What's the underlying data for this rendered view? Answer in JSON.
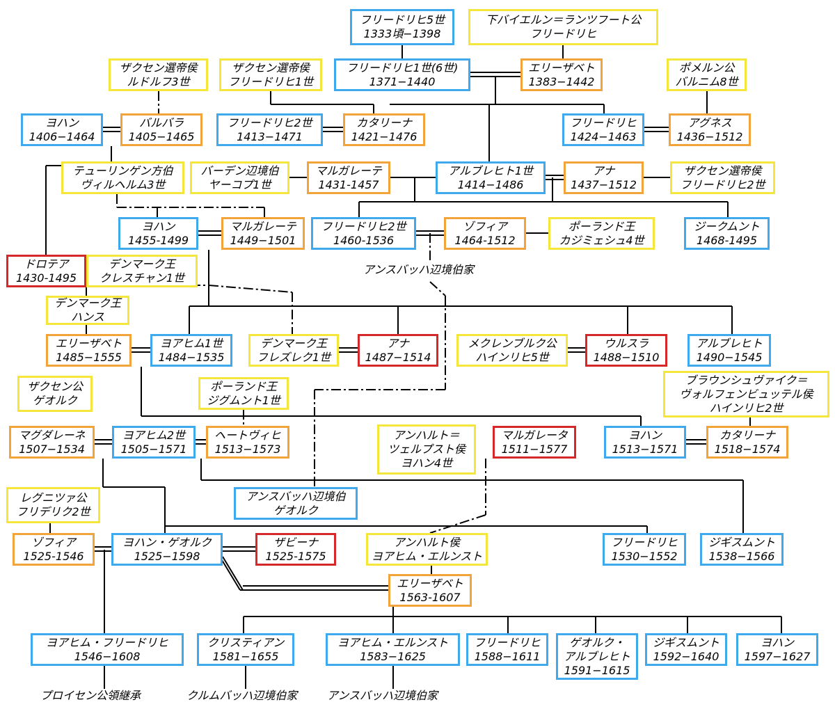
{
  "colors": {
    "male": "#3fa9ee",
    "spouse": "#f2a33a",
    "daughter": "#d62828",
    "external": "#f4e63a",
    "line": "#000000"
  },
  "persons": {
    "fr5": [
      "フリードリヒ5世",
      "1333頃−1398"
    ],
    "niederbayern": [
      "下バイエルン＝ランツフート公",
      "フリードリヒ"
    ],
    "fr1": [
      "フリードリヒ1世(6世)",
      "1371−1440"
    ],
    "elis1383": [
      "エリーザベト",
      "1383−1442"
    ],
    "sachsen_rudolf": [
      "ザクセン選帝侯",
      "ルドルフ3世"
    ],
    "sachsen_fr1": [
      "ザクセン選帝侯",
      "フリードリヒ1世"
    ],
    "pommern": [
      "ポメルン公",
      "バルニム8世"
    ],
    "johann1406": [
      "ヨハン",
      "1406−1464"
    ],
    "barbara": [
      "バルバラ",
      "1405−1465"
    ],
    "fr2": [
      "フリードリヒ2世",
      "1413−1471"
    ],
    "kath1421": [
      "カタリーナ",
      "1421−1476"
    ],
    "fr1424": [
      "フリードリヒ",
      "1424−1463"
    ],
    "agnes": [
      "アグネス",
      "1436−1512"
    ],
    "thueringen": [
      "テューリンゲン方伯",
      "ヴィルヘルム3世"
    ],
    "baden": [
      "バーデン辺境伯",
      "ヤーコプ1世"
    ],
    "marg1431": [
      "マルガレーテ",
      "1431-1457"
    ],
    "albrecht1": [
      "アルブレヒト1世",
      "1414−1486"
    ],
    "anna1437": [
      "アナ",
      "1437−1512"
    ],
    "sachsen_fr2": [
      "ザクセン選帝侯",
      "フリードリヒ2世"
    ],
    "johann1455": [
      "ヨハン",
      "1455-1499"
    ],
    "marg1449": [
      "マルガレーテ",
      "1449−1501"
    ],
    "fr1460": [
      "フリードリヒ2世",
      "1460-1536"
    ],
    "sophia1464": [
      "ゾフィア",
      "1464-1512"
    ],
    "polen_k4": [
      "ポーランド王",
      "カジミェシュ4世"
    ],
    "sigmund1468": [
      "ジークムント",
      "1468-1495"
    ],
    "dorothea": [
      "ドロテア",
      "1430-1495"
    ],
    "christian1": [
      "デンマーク王",
      "クレスチャン1世"
    ],
    "hans": [
      "デンマーク王",
      "ハンス"
    ],
    "elis1485": [
      "エリーザベト",
      "1485−1555"
    ],
    "joachim1": [
      "ヨアヒム1世",
      "1484−1535"
    ],
    "frederik1": [
      "デンマーク王",
      "フレズレク1世"
    ],
    "anna1487": [
      "アナ",
      "1487−1514"
    ],
    "mecklenburg": [
      "メクレンブルク公",
      "ハインリヒ5世"
    ],
    "ursula": [
      "ウルスラ",
      "1488−1510"
    ],
    "albrecht1490": [
      "アルブレヒト",
      "1490−1545"
    ],
    "sachsen_georg": [
      "ザクセン公",
      "ゲオルク"
    ],
    "polen_s1": [
      "ポーランド王",
      "ジグムント1世"
    ],
    "braunschweig": [
      "ブラウンシュヴァイク＝",
      "ヴォルフェンビュッテル侯",
      "ハインリヒ2世"
    ],
    "magdalene": [
      "マグダレーネ",
      "1507−1534"
    ],
    "joachim2": [
      "ヨアヒム2世",
      "1505−1571"
    ],
    "hedwig": [
      "ヘートヴィヒ",
      "1513−1573"
    ],
    "anhalt_zerbst": [
      "アンハルト＝",
      "ツェルプスト侯",
      "ヨハン4世"
    ],
    "margareta1511": [
      "マルガレータ",
      "1511−1577"
    ],
    "johann1513": [
      "ヨハン",
      "1513−1571"
    ],
    "kath1518": [
      "カタリーナ",
      "1518−1574"
    ],
    "liegnitz": [
      "レグニツァ公",
      "フリデリク2世"
    ],
    "ansbach_georg": [
      "アンスバッハ辺境伯",
      "ゲオルク"
    ],
    "sophia1525": [
      "ゾフィア",
      "1525-1546"
    ],
    "johann_georg": [
      "ヨハン・ゲオルク",
      "1525−1598"
    ],
    "sabina": [
      "ザビーナ",
      "1525-1575"
    ],
    "anhalt_joachim": [
      "アンハルト侯",
      "ヨアヒム・エルンスト"
    ],
    "fr1530": [
      "フリードリヒ",
      "1530−1552"
    ],
    "sigismund1538": [
      "ジギスムント",
      "1538−1566"
    ],
    "elis1563": [
      "エリーザベト",
      "1563-1607"
    ],
    "joachim_fr": [
      "ヨアヒム・フリードリヒ",
      "1546−1608"
    ],
    "christian1581": [
      "クリスティアン",
      "1581−1655"
    ],
    "joachim_ernst": [
      "ヨアヒム・エルンスト",
      "1583−1625"
    ],
    "fr1588": [
      "フリードリヒ",
      "1588−1611"
    ],
    "georg_albrecht": [
      "ゲオルク・",
      "アルブレヒト",
      "1591−1615"
    ],
    "sigismund1592": [
      "ジギスムント",
      "1592−1640"
    ],
    "johann1597": [
      "ヨハン",
      "1597−1627"
    ]
  },
  "notes": {
    "ansbach_line": "アンスバッハ辺境伯家",
    "prussia": "プロイセン公領継承",
    "kulmbach": "クルムバッハ辺境伯家",
    "ansbach_line2": "アンスバッハ辺境伯家"
  }
}
